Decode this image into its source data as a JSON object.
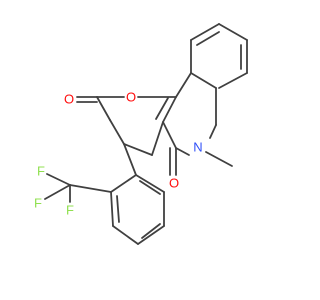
{
  "molecule": {
    "atoms": {
      "carbonyl_o_left": {
        "symbol": "O",
        "color": "#ff0d0d"
      },
      "ring_o": {
        "symbol": "O",
        "color": "#ff0d0d"
      },
      "carbonyl_o_bottom": {
        "symbol": "O",
        "color": "#ff0d0d"
      },
      "n": {
        "symbol": "N",
        "color": "#3050f8"
      },
      "f1": {
        "symbol": "F",
        "color": "#90e050"
      },
      "f2": {
        "symbol": "F",
        "color": "#90e050"
      },
      "f3": {
        "symbol": "F",
        "color": "#90e050"
      }
    },
    "bond_color": "#404040"
  }
}
